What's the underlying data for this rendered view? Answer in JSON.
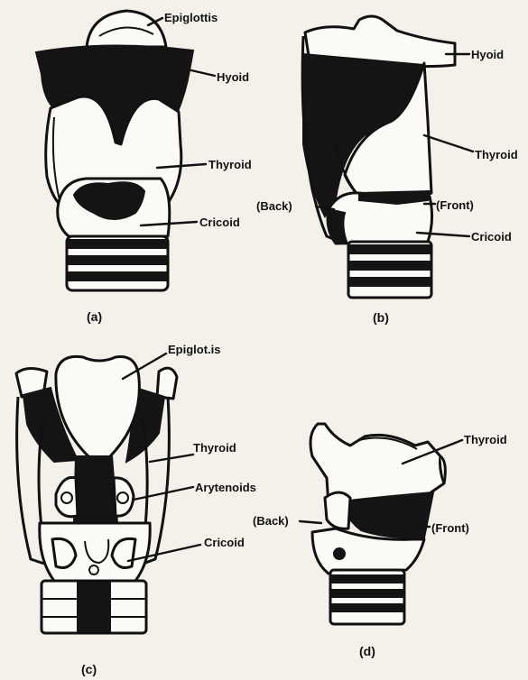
{
  "figure": {
    "panels": [
      {
        "id": "a",
        "caption": "(a)",
        "labels": {
          "epiglottis": "Epiglottis",
          "hyoid": "Hyoid",
          "thyroid": "Thyroid",
          "cricoid": "Cricoid"
        }
      },
      {
        "id": "b",
        "caption": "(b)",
        "labels": {
          "hyoid": "Hyoid",
          "thyroid": "Thyroid",
          "back": "(Back)",
          "front": "(Front)",
          "cricoid": "Cricoid"
        }
      },
      {
        "id": "c",
        "caption": "(c)",
        "labels": {
          "epiglottis": "Epiglot.is",
          "thyroid": "Thyroid",
          "arytenoids": "Arytenoids",
          "cricoid": "Cricoid"
        }
      },
      {
        "id": "d",
        "caption": "(d)",
        "labels": {
          "thyroid": "Thyroid",
          "back": "(Back)",
          "front": "(Front)"
        }
      }
    ]
  }
}
